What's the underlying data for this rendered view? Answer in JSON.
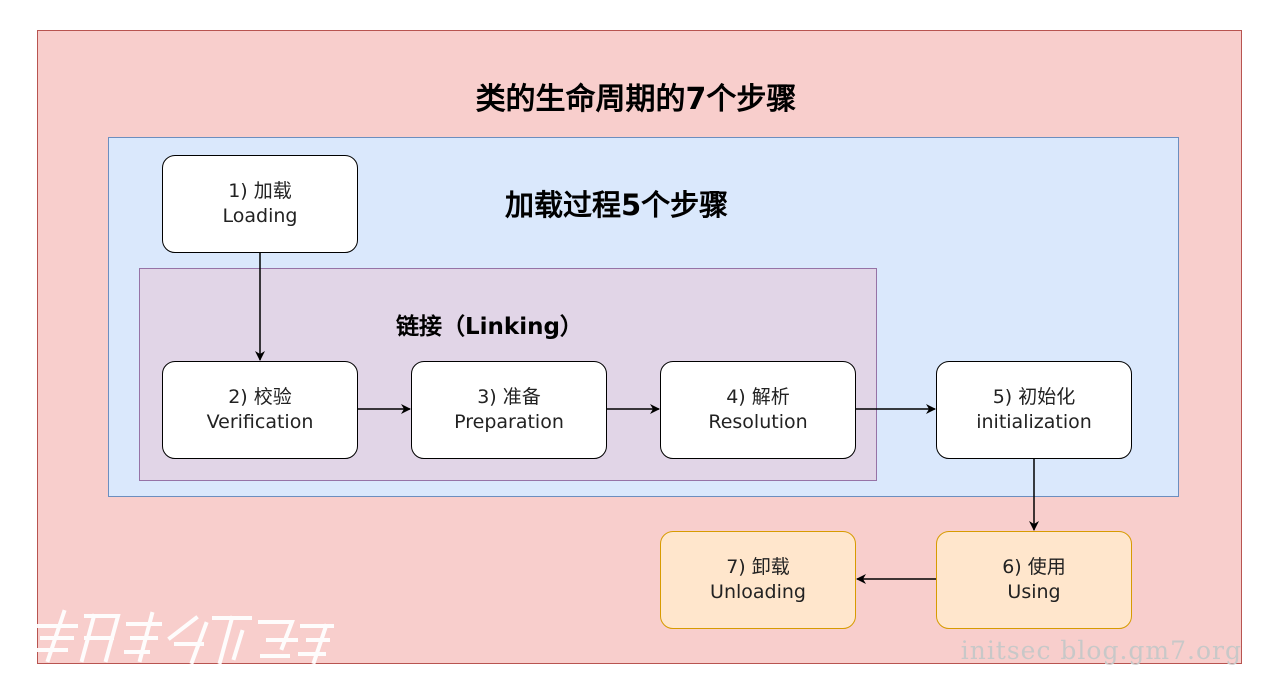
{
  "diagram": {
    "title": "类的生命周期的7个步骤",
    "loading_group_title": "加载过程5个步骤",
    "linking_group_title": "链接（Linking）",
    "steps": [
      {
        "id": "s1",
        "number_cn": "1) 加载",
        "en": "Loading"
      },
      {
        "id": "s2",
        "number_cn": "2) 校验",
        "en": "Verification"
      },
      {
        "id": "s3",
        "number_cn": "3) 准备",
        "en": "Preparation"
      },
      {
        "id": "s4",
        "number_cn": "4) 解析",
        "en": "Resolution"
      },
      {
        "id": "s5",
        "number_cn": "5) 初始化",
        "en": "initialization"
      },
      {
        "id": "s6",
        "number_cn": "6) 使用",
        "en": "Using"
      },
      {
        "id": "s7",
        "number_cn": "7) 卸载",
        "en": "Unloading"
      }
    ],
    "edges": [
      [
        "s1",
        "s2"
      ],
      [
        "s2",
        "s3"
      ],
      [
        "s3",
        "s4"
      ],
      [
        "s4",
        "s5"
      ],
      [
        "s5",
        "s6"
      ],
      [
        "s6",
        "s7"
      ]
    ]
  },
  "colors": {
    "outer_fill": "#f8cecc",
    "outer_stroke": "#b85450",
    "loading_fill": "#dae8fc",
    "loading_stroke": "#6c8ebf",
    "linking_fill": "#e1d5e7",
    "linking_stroke": "#9673a6",
    "usage_fill": "#ffe6cc",
    "usage_stroke": "#d79b00"
  },
  "watermark": {
    "right_text": "initsec blog.gm7.org"
  }
}
